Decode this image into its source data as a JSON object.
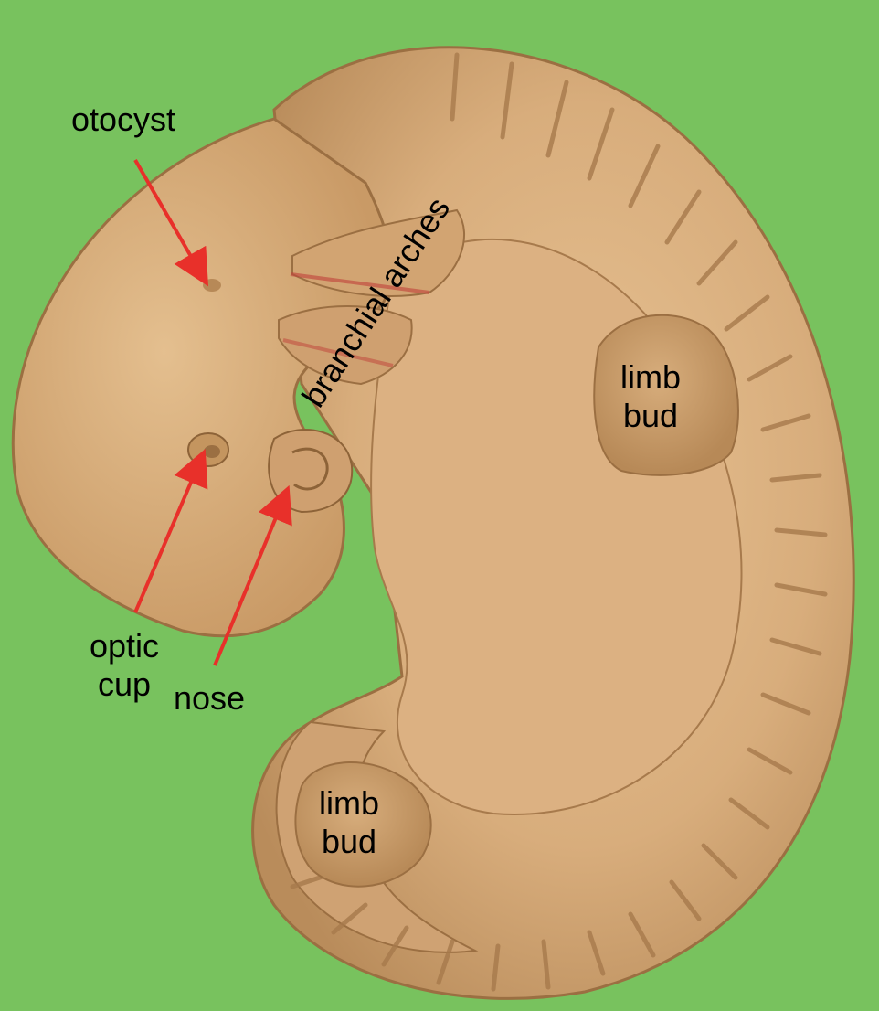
{
  "labels": {
    "otocyst": "otocyst",
    "branchial_arches": "branchial arches",
    "limb_bud_upper_line1": "limb",
    "limb_bud_upper_line2": "bud",
    "optic_cup_line1": "optic",
    "optic_cup_line2": "cup",
    "nose": "nose",
    "limb_bud_lower_line1": "limb",
    "limb_bud_lower_line2": "bud"
  },
  "colors": {
    "background": "#78c25e",
    "embryo_body": "#d8ad7c",
    "embryo_shadow": "#a77a4c",
    "arrow": "#e8302a",
    "text": "#000000"
  }
}
